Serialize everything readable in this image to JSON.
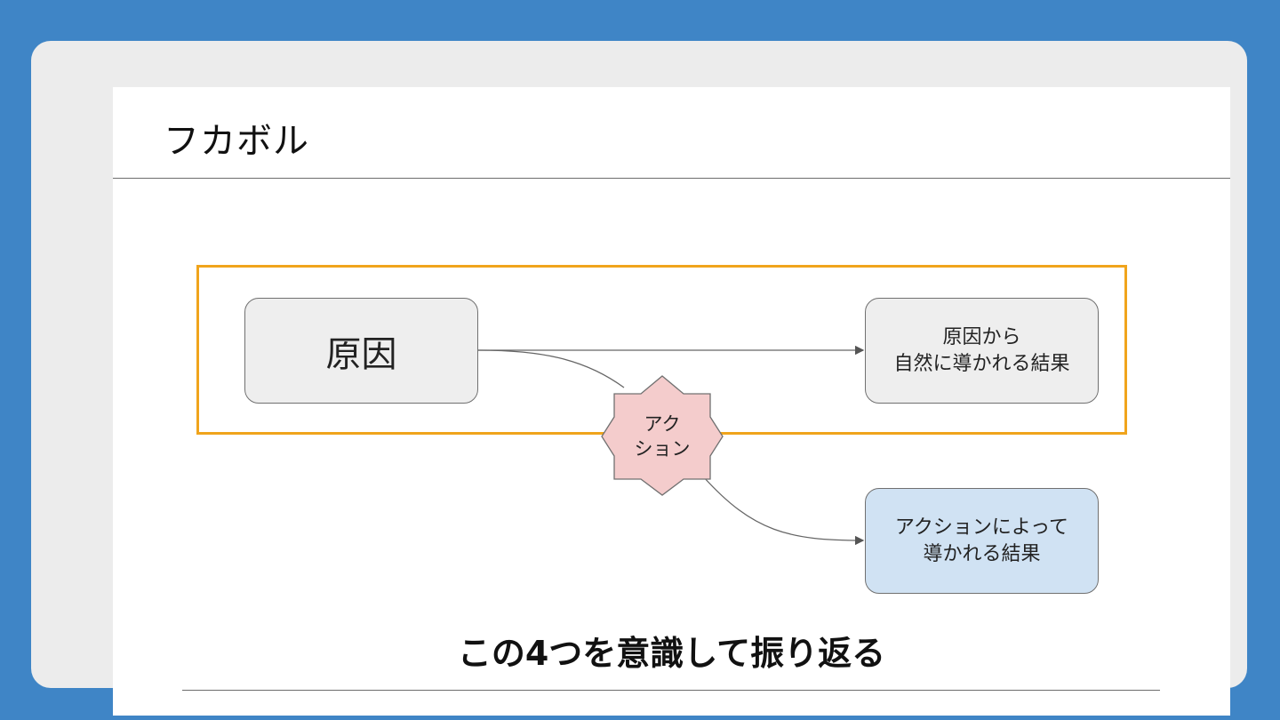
{
  "slide": {
    "title": "フカボル",
    "caption": "この4つを意識して振り返る"
  },
  "diagram": {
    "cause": "原因",
    "action": "アク\nション",
    "natural_result": "原因から\n自然に導かれる結果",
    "action_result": "アクションによって\n導かれる結果"
  },
  "colors": {
    "background": "#3f85c6",
    "highlight_border": "#f0a41c",
    "action_fill": "#f4cccc",
    "action_result_fill": "#d0e2f3",
    "node_fill": "#eeeeee"
  }
}
